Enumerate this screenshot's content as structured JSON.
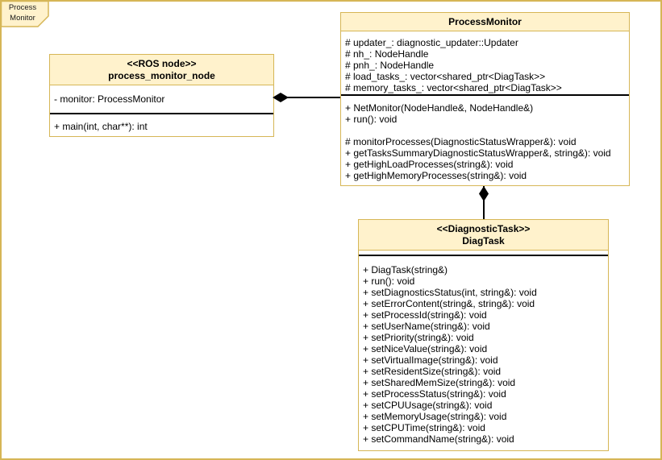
{
  "frame": {
    "label": "Process\nMonitor"
  },
  "colors": {
    "shape_fill": "#FFF2CC",
    "shape_stroke": "#D6B656",
    "separator": "#000000",
    "text": "#000000",
    "background": "#FFFFFF"
  },
  "classes": {
    "process_monitor_node": {
      "stereotype": "<<ROS node>>",
      "name": "process_monitor_node",
      "attributes": [
        "- monitor: ProcessMonitor"
      ],
      "methods": [
        "+ main(int, char**): int"
      ]
    },
    "process_monitor": {
      "name": "ProcessMonitor",
      "attributes": [
        "# updater_: diagnostic_updater::Updater",
        "# nh_: NodeHandle",
        "# pnh_: NodeHandle",
        "# load_tasks_: vector<shared_ptr<DiagTask>>",
        "# memory_tasks_: vector<shared_ptr<DiagTask>>"
      ],
      "methods": [
        "+ NetMonitor(NodeHandle&, NodeHandle&)",
        "+ run(): void",
        "",
        "# monitorProcesses(DiagnosticStatusWrapper&): void",
        "+ getTasksSummaryDiagnosticStatusWrapper&, string&): void",
        "+ getHighLoadProcesses(string&): void",
        "+ getHighMemoryProcesses(string&): void"
      ]
    },
    "diag_task": {
      "stereotype": "<<DiagnosticTask>>",
      "name": "DiagTask",
      "attributes": [],
      "methods": [
        "+ DiagTask(string&)",
        "+ run(): void",
        "+ setDiagnosticsStatus(int, string&): void",
        "+ setErrorContent(string&, string&): void",
        "+ setProcessId(string&): void",
        "+ setUserName(string&): void",
        "+ setPriority(string&): void",
        "+ setNiceValue(string&): void",
        "+ setVirtualImage(string&): void",
        "+ setResidentSize(string&): void",
        "+ setSharedMemSize(string&): void",
        "+ setProcessStatus(string&): void",
        "+ setCPUUsage(string&): void",
        "+ setMemoryUsage(string&): void",
        "+ setCPUTime(string&): void",
        "+ setCommandName(string&): void"
      ]
    }
  },
  "relationships": [
    {
      "type": "composition",
      "owner": "process_monitor_node",
      "part": "ProcessMonitor"
    },
    {
      "type": "composition",
      "owner": "ProcessMonitor",
      "part": "DiagTask"
    }
  ]
}
